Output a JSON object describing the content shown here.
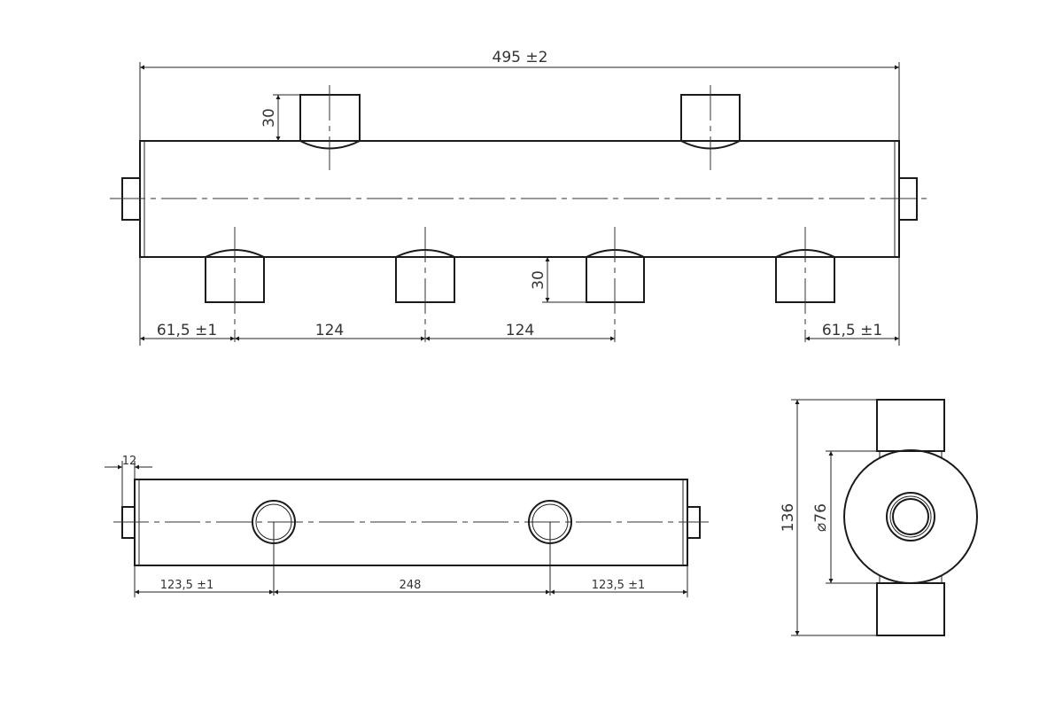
{
  "drawing": {
    "type": "technical-drawing",
    "subject": "hydraulic manifold / distributor with pipe fittings",
    "views": {
      "front": {
        "overall_length": "495 ±2",
        "top_fitting_height": "30",
        "bottom_fitting_height": "30",
        "left_edge_offset": "61,5 ±1",
        "spacing_1": "124",
        "spacing_2": "124",
        "right_edge_offset": "61,5 ±1"
      },
      "top": {
        "end_stub_length": "12",
        "left_offset": "123,5 ±1",
        "hole_spacing": "248",
        "right_offset": "123,5 ±1"
      },
      "side": {
        "overall_height": "136",
        "diameter": "⌀76"
      }
    }
  }
}
